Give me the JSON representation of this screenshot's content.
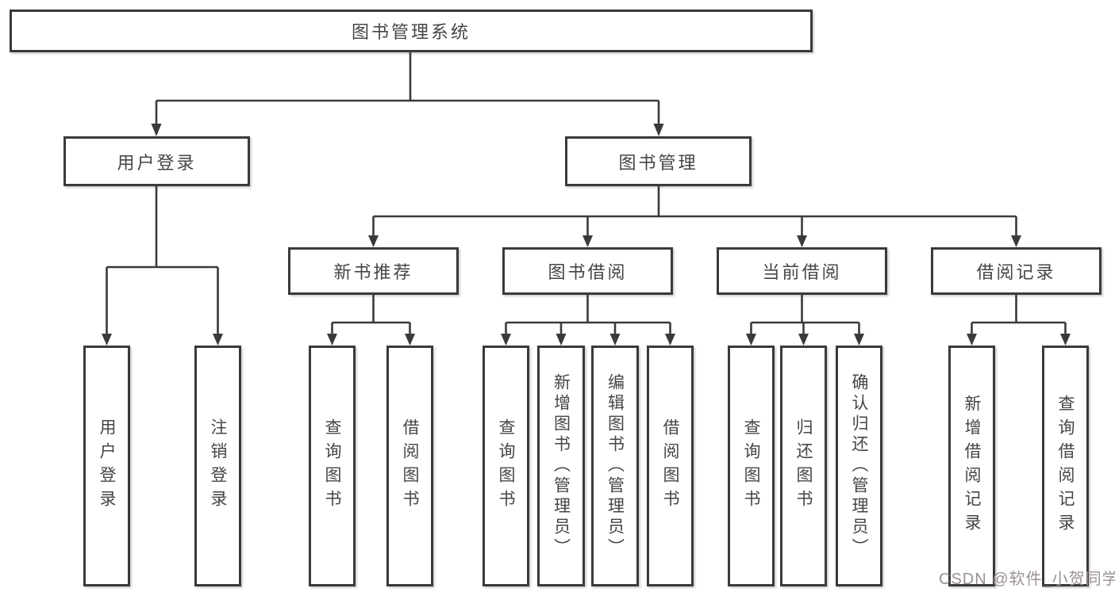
{
  "colors": {
    "background": "#ffffff",
    "box_border": "#3a3a3a",
    "connector_line": "#3a3a3a",
    "text": "#454545",
    "watermark": "#9b9191"
  },
  "tree": {
    "root": {
      "label": "图书管理系统"
    },
    "branches": [
      {
        "label": "用户登录",
        "children": [
          "用户登录",
          "注销登录"
        ]
      },
      {
        "label": "图书管理",
        "children": [
          {
            "label": "新书推荐",
            "children": [
              "查询图书",
              "借阅图书"
            ]
          },
          {
            "label": "图书借阅",
            "children": [
              "查询图书",
              "新增图书（管理员）",
              "编辑图书（管理员）",
              "借阅图书"
            ]
          },
          {
            "label": "当前借阅",
            "children": [
              "查询图书",
              "归还图书",
              "确认归还（管理员）"
            ]
          },
          {
            "label": "借阅记录",
            "children": [
              "新增借阅记录",
              "查询借阅记录"
            ]
          }
        ]
      }
    ]
  },
  "watermark": "CSDN @软件_小贺同学"
}
